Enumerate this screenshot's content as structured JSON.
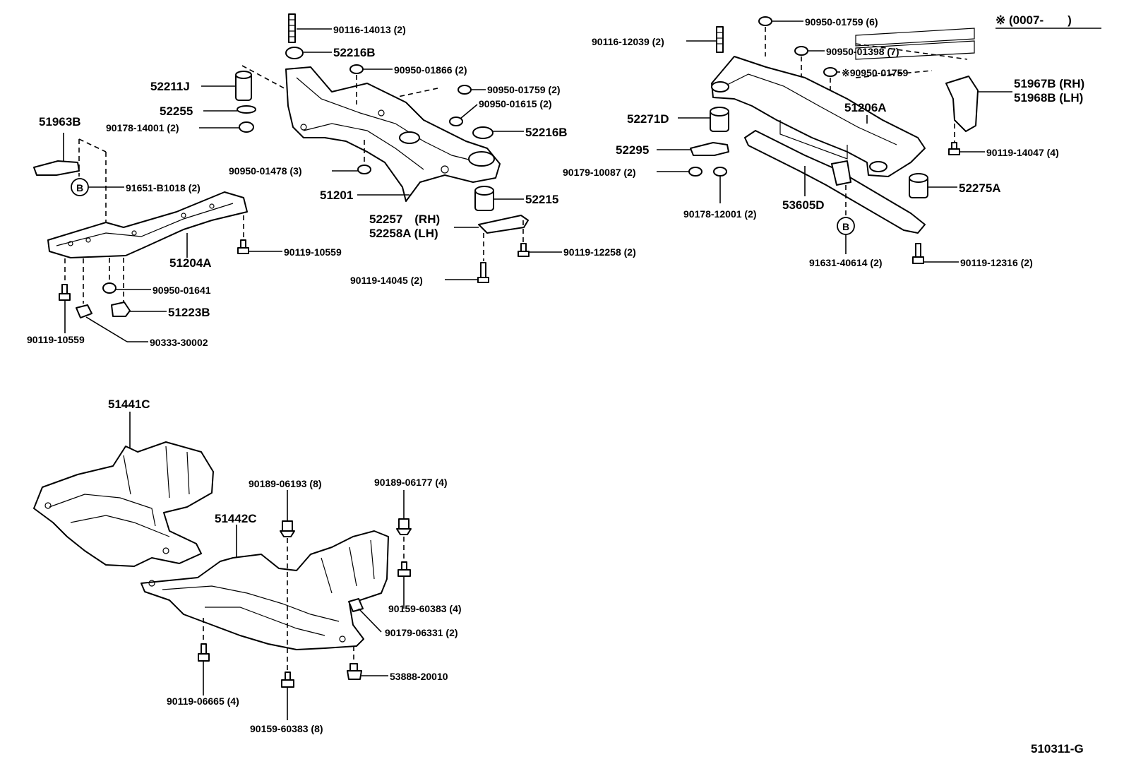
{
  "title_note": "※ (0007-　　)",
  "diagram_code": "510311-G",
  "circle_marker": "B",
  "labels": {
    "l1": "90116-14013 (2)",
    "l2": "52216B",
    "l3": "90950-01866 (2)",
    "l4": "52211J",
    "l5": "90950-01759 (2)",
    "l6": "90950-01615 (2)",
    "l7": "52255",
    "l8": "51963B",
    "l9": "90178-14001 (2)",
    "l10": "52216B",
    "l11": "90950-01478 (3)",
    "l12": "91651-B1018 (2)",
    "l13": "51201",
    "l14": "52215",
    "l15": "52257　(RH)",
    "l16": "52258A (LH)",
    "l17": "90119-10559",
    "l18": "51204A",
    "l19": "90119-12258 (2)",
    "l20": "90119-14045 (2)",
    "l21": "90950-01641",
    "l22": "51223B",
    "l23": "90119-10559",
    "l24": "90333-30002",
    "r1": "90950-01759 (6)",
    "r2": "90116-12039 (2)",
    "r3": "90950-01398 (7)",
    "r4": "※90950-01759",
    "r5": "51967B (RH)",
    "r6": "51968B (LH)",
    "r7": "51206A",
    "r8": "52271D",
    "r9": "90119-14047 (4)",
    "r10": "52295",
    "r11": "90179-10087 (2)",
    "r12": "52275A",
    "r13": "90178-12001 (2)",
    "r14": "53605D",
    "r15": "91631-40614 (2)",
    "r16": "90119-12316 (2)",
    "b1": "51441C",
    "b2": "90189-06193 (8)",
    "b3": "90189-06177 (4)",
    "b4": "51442C",
    "b5": "90159-60383 (4)",
    "b6": "90179-06331 (2)",
    "b7": "53888-20010",
    "b8": "90119-06665 (4)",
    "b9": "90159-60383 (8)"
  }
}
